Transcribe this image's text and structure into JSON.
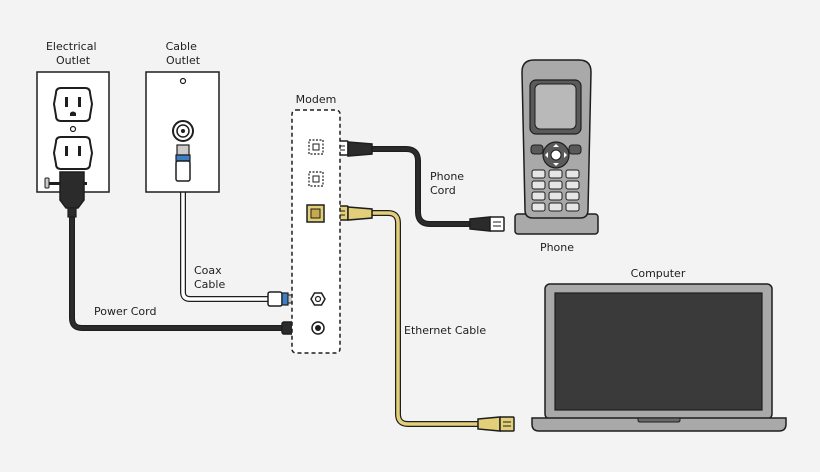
{
  "labels": {
    "electrical_outlet": [
      "Electrical",
      "Outlet"
    ],
    "cable_outlet": [
      "Cable",
      "Outlet"
    ],
    "modem": "Modem",
    "phone": "Phone",
    "computer": "Computer",
    "phone_cord": [
      "Phone",
      "Cord"
    ],
    "coax_cable": [
      "Coax",
      "Cable"
    ],
    "power_cord": "Power Cord",
    "ethernet_cable": "Ethernet Cable"
  },
  "colors": {
    "background": "#f3f3f3",
    "outline": "#1e1e1e",
    "cable_dark": "#2b2b2b",
    "cable_white": "#ffffff",
    "cable_yellow": "#e3cf7a",
    "accent_blue": "#3d7fc4",
    "device_gray": "#a9a9a9",
    "screen_dark": "#3a3a3a"
  }
}
